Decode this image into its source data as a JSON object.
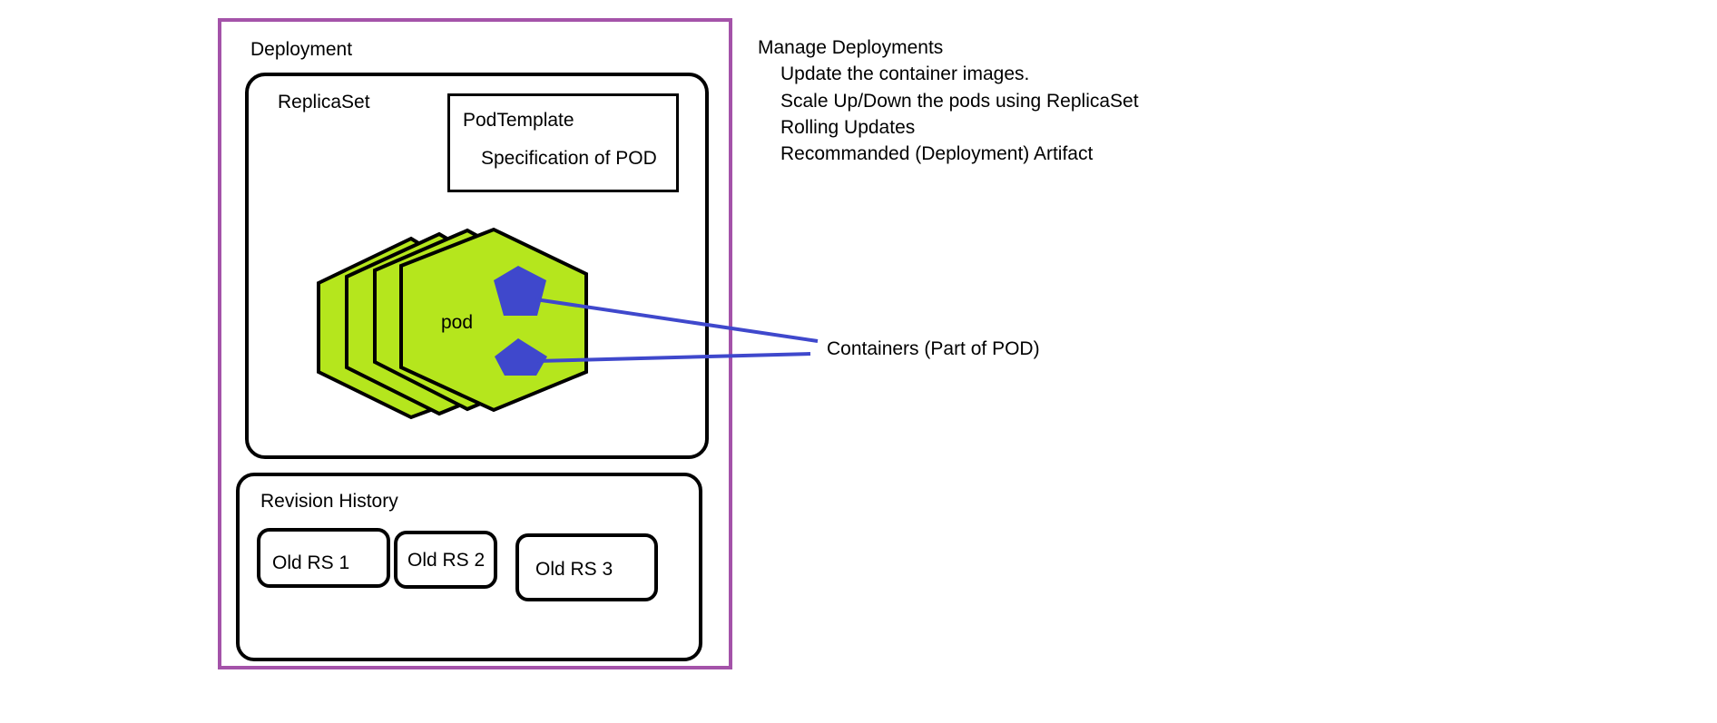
{
  "deployment": {
    "title": "Deployment",
    "border_color": "#a453a9"
  },
  "replicaset": {
    "title": "ReplicaSet",
    "pod_template": {
      "title": "PodTemplate",
      "description": "Specification of POD"
    },
    "pod_stack": {
      "label": "pod",
      "fill_color": "#b5e61d",
      "count": 4
    },
    "container_color": "#3f48cc"
  },
  "revision_history": {
    "title": "Revision History",
    "items": [
      "Old RS 1",
      "Old RS 2",
      "Old RS 3"
    ]
  },
  "containers_label": "Containers (Part of POD)",
  "notes": {
    "heading": "Manage Deployments",
    "items": [
      "Update the container images.",
      "Scale Up/Down the pods using ReplicaSet",
      "Rolling Updates",
      "Recommanded (Deployment) Artifact"
    ]
  }
}
